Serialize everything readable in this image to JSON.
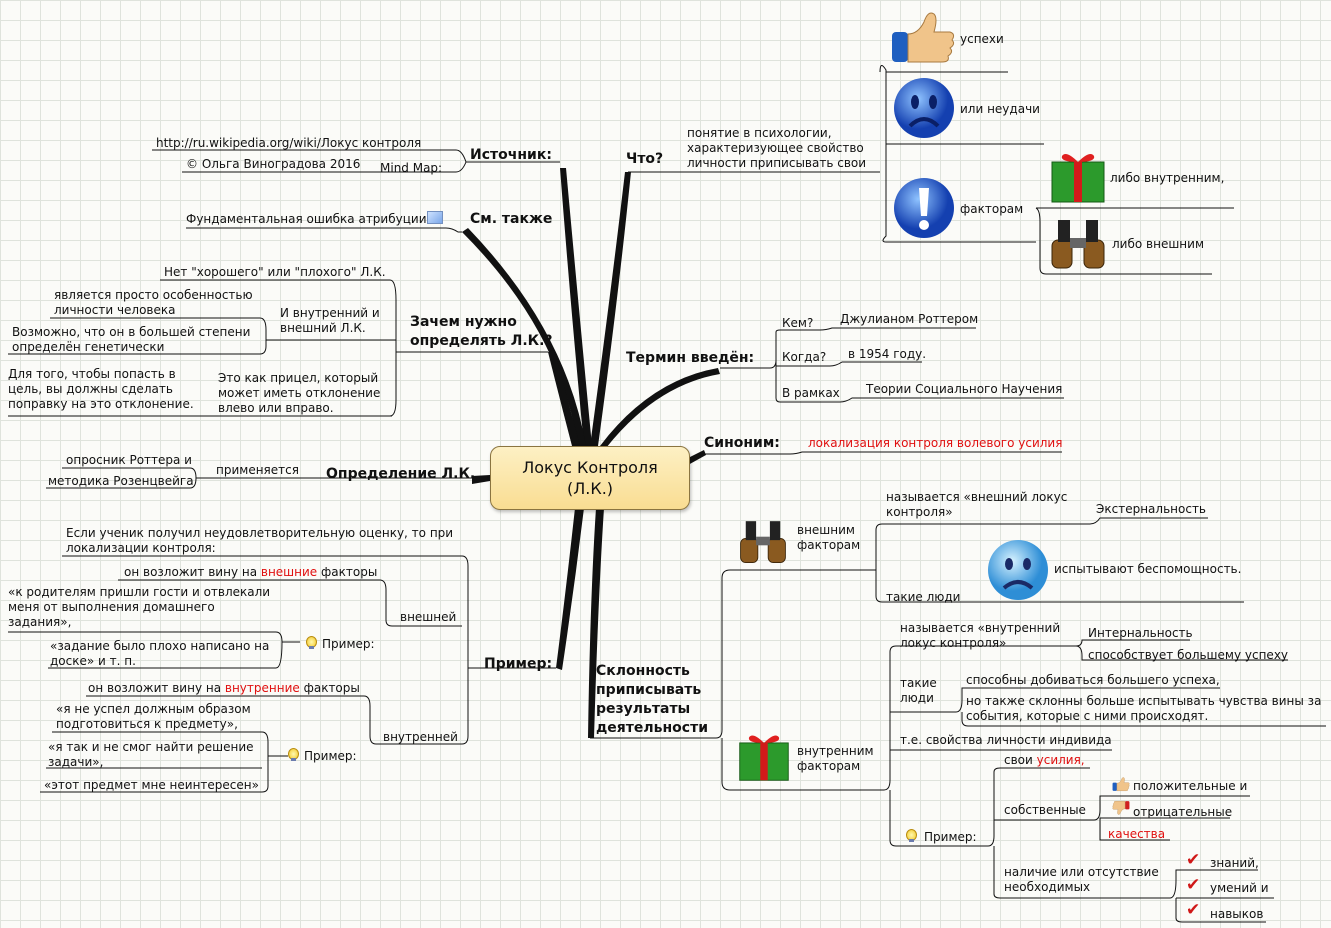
{
  "center": {
    "line1": "Локус Контроля",
    "line2": "(Л.К.)"
  },
  "source": {
    "title": "Источник:",
    "url": "http://ru.wikipedia.org/wiki/Локус контроля",
    "author": "© Ольга Виноградова 2016",
    "mindmap": "Mind Map:"
  },
  "see_also": {
    "title": "См. также",
    "item": "Фундаментальная ошибка атрибуции"
  },
  "why": {
    "title": "Зачем нужно определять Л.К.?",
    "no_good_bad": "Нет \"хорошего\" или \"плохого\" Л.К.",
    "inner_outer": "И внутренний и внешний Л.К.",
    "feature": "является просто особенностью личности человека",
    "genetic": "Возможно, что он в большей степени определён генетически",
    "sight": "Это как прицел, который может иметь отклонение влево или вправо.",
    "target": "Для того, чтобы попасть в цель, вы должны сделать поправку на это отклонение."
  },
  "definition": {
    "title": "Определение Л.К.",
    "applied": "применяется",
    "rotter": "опросник Роттера и",
    "rosenzweig": "методика Розенцвейга"
  },
  "example": {
    "title": "Пример:",
    "intro": "Если ученик получил неудовлетворительную оценку, то при локализации контроля:",
    "external": "внешней",
    "ext_blame_pre": "он возложит вину на ",
    "ext_blame_red": "внешние",
    "ext_blame_post": " факторы",
    "ext_example": "Пример:",
    "ext_q1": "«к родителям пришли гости и отвлекали меня от выполнения домашнего задания»,",
    "ext_q2": "«задание было плохо написано на доске» и т. п.",
    "internal": "внутренней",
    "int_blame_pre": "он возложит вину на ",
    "int_blame_red": "внутренние",
    "int_blame_post": " факторы",
    "int_example": "Пример:",
    "int_q1": "«я не успел должным образом подготовиться к предмету»,",
    "int_q2": "«я так и не смог найти решение задачи»,",
    "int_q3": "«этот предмет мне неинтересен»"
  },
  "what": {
    "title": "Что?",
    "desc": "понятие в психологии, характеризующее свойство личности приписывать свои",
    "success": "успехи",
    "failure": "или неудачи",
    "factors": "факторам",
    "internal": "либо внутренним,",
    "external": "либо внешним"
  },
  "term": {
    "title": "Термин введён:",
    "who_q": "Кем?",
    "who": "Джулианом Роттером",
    "when_q": "Когда?",
    "when": "в 1954 году.",
    "within_q": "В рамках",
    "within": "Теории Социального Научения"
  },
  "synonym": {
    "title": "Синоним:",
    "value": "локализация контроля волевого усилия"
  },
  "tendency": {
    "title": "Склонность приписывать результаты деятельности",
    "ext_factors": "внешним факторам",
    "ext_called": "называется «внешний локус контроля»",
    "ext_name": "Экстернальность",
    "ext_people": "такие люди",
    "ext_helpless": "испытывают беспомощность.",
    "int_factors": "внутренним факторам",
    "int_called": "называется «внутренний локус контроля»",
    "int_name": "Интернальность",
    "int_success": "способствует большему успеху",
    "int_people": "такие люди",
    "int_ach": "способны добиваться большего успеха,",
    "int_guilt": "но также склонны больше испытывать чувства вины за события, которые с ними происходят.",
    "props": "т.е. свойства личности индивида",
    "example": "Пример:",
    "own_pre": "свои ",
    "own_red": "усилия,",
    "own": "собственные",
    "positive": "положительные и",
    "negative": "отрицательные",
    "qualities": "качества",
    "presence": "наличие или отсутствие необходимых",
    "knowledge": "знаний,",
    "skills": "умений и",
    "habits": "навыков"
  },
  "colors": {
    "accent_red": "#e01010",
    "center_fill": "#f9dd92",
    "branch": "#000000"
  }
}
